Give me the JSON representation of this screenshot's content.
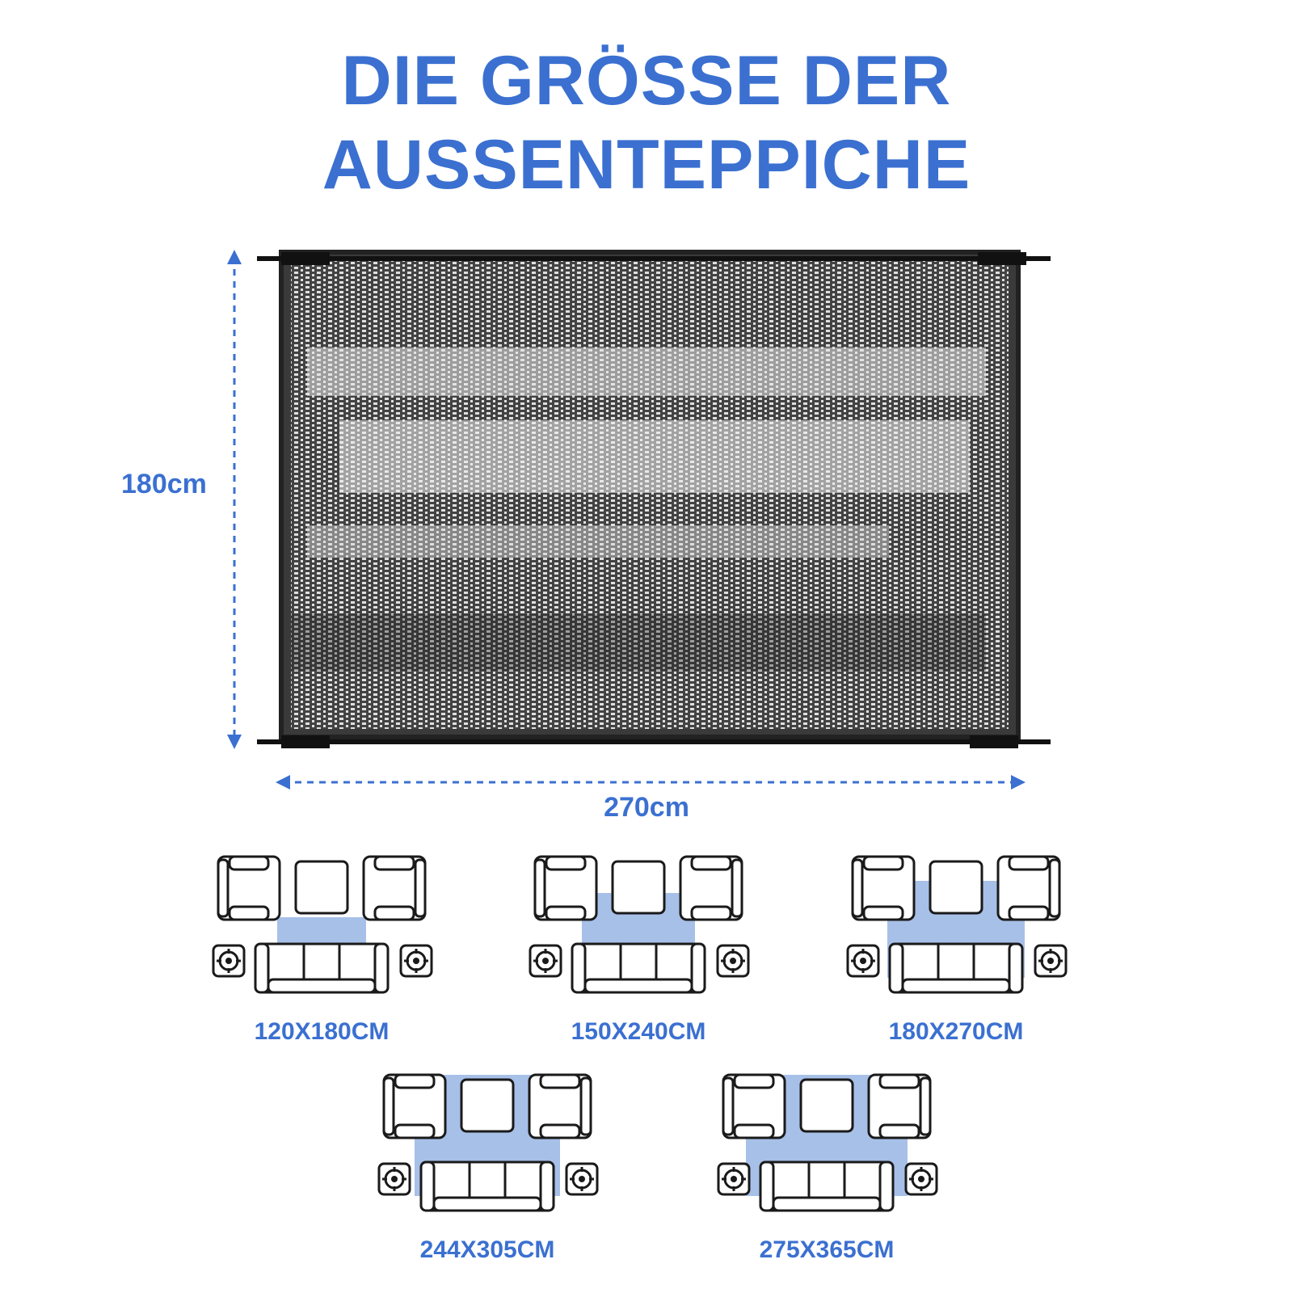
{
  "title": {
    "line1": "DIE GRÖSSE DER",
    "line2": "AUSSENTEPPICHE"
  },
  "rug": {
    "height_label": "180cm",
    "width_label": "270cm"
  },
  "accent_color": "#3b70d1",
  "rug_preview_color": "#a7c0e8",
  "sizes": [
    {
      "label": "120X180CM",
      "rug_fraction": [
        0.55,
        0.5
      ]
    },
    {
      "label": "150X240CM",
      "rug_fraction": [
        0.7,
        0.7
      ]
    },
    {
      "label": "180X270CM",
      "rug_fraction": [
        0.85,
        0.8
      ]
    },
    {
      "label": "244X305CM",
      "rug_fraction": [
        0.9,
        1.0
      ]
    },
    {
      "label": "275X365CM",
      "rug_fraction": [
        1.0,
        1.0
      ]
    }
  ]
}
